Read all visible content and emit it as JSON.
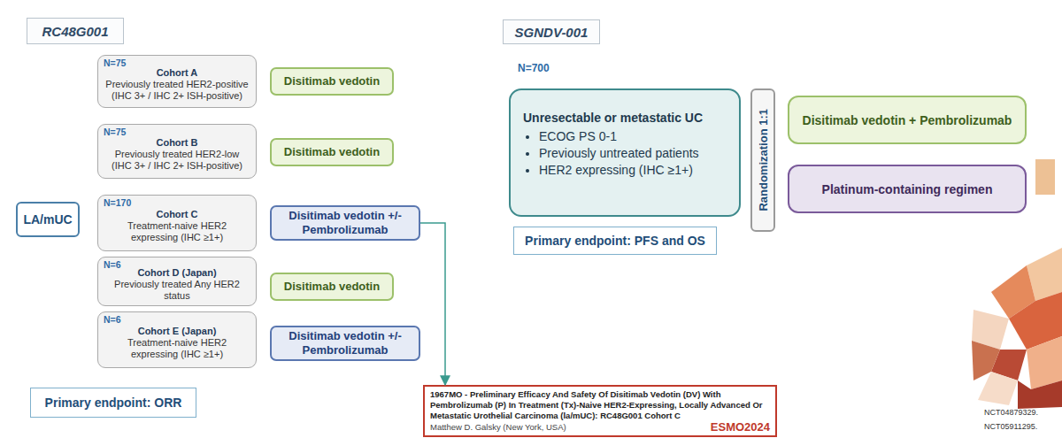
{
  "diagram": {
    "nodes": [
      {
        "text": [
          "RC48G001"
        ]
      },
      {
        "text": [
          "LA/mUC"
        ]
      },
      {
        "text": [
          "N=75",
          "Cohort A",
          "Previously treated HER2-positive (IHC 3+ / IHC 2+ ISH-positive)"
        ]
      },
      {
        "text": [
          "Disitimab vedotin"
        ]
      },
      {
        "text": [
          "N=75",
          "Cohort B",
          "Previously treated HER2-low (IHC 3+ / IHC 2+ ISH-positive)"
        ]
      },
      {
        "text": [
          "Disitimab vedotin"
        ]
      },
      {
        "text": [
          "N=170",
          "Cohort C",
          "Treatment-naive HER2 expressing (IHC ≥1+)"
        ]
      },
      {
        "text": [
          "Disitimab vedotin +/- Pembrolizumab"
        ]
      },
      {
        "text": [
          "N=6",
          "Cohort D (Japan)",
          "Previously treated Any HER2 status"
        ]
      },
      {
        "text": [
          "Disitimab vedotin"
        ]
      },
      {
        "text": [
          "N=6",
          "Cohort E (Japan)",
          "Treatment-naive HER2 expressing (IHC ≥1+)"
        ]
      },
      {
        "text": [
          "Disitimab vedotin +/- Pembrolizumab"
        ]
      },
      {
        "text": [
          "Primary endpoint: ORR"
        ]
      },
      {
        "text": [
          "1967MO - Preliminary Efficacy And Safety Of Disitimab Vedotin (DV) With Pembrolizumab (P) In Treatment (Tx)-Naive HER2-Expressing, Locally Advanced Or Metastatic Urothelial Carcinoma (la/mUC): RC48G001 Cohort C",
          "Matthew D. Galsky (New York, USA)",
          "ESMO2024"
        ]
      },
      {
        "text": [
          "SGNDV-001"
        ]
      },
      {
        "text": [
          "Unresectable or metastatic UC",
          "ECOG PS 0-1",
          "Previously untreated patients",
          "HER2 expressing (IHC ≥1+)"
        ]
      },
      {
        "text": [
          "Randomization 1:1"
        ]
      },
      {
        "text": [
          "Disitimab vedotin + Pembrolizumab"
        ]
      },
      {
        "text": [
          "Platinum-containing regimen"
        ]
      },
      {
        "text": [
          "Primary endpoint: PFS and OS"
        ]
      }
    ],
    "edges": [
      {
        "from": 7,
        "to": 13,
        "arrow": "to"
      }
    ],
    "labels": [
      "N=700",
      "NCT04879329.",
      "NCT05911295."
    ]
  }
}
